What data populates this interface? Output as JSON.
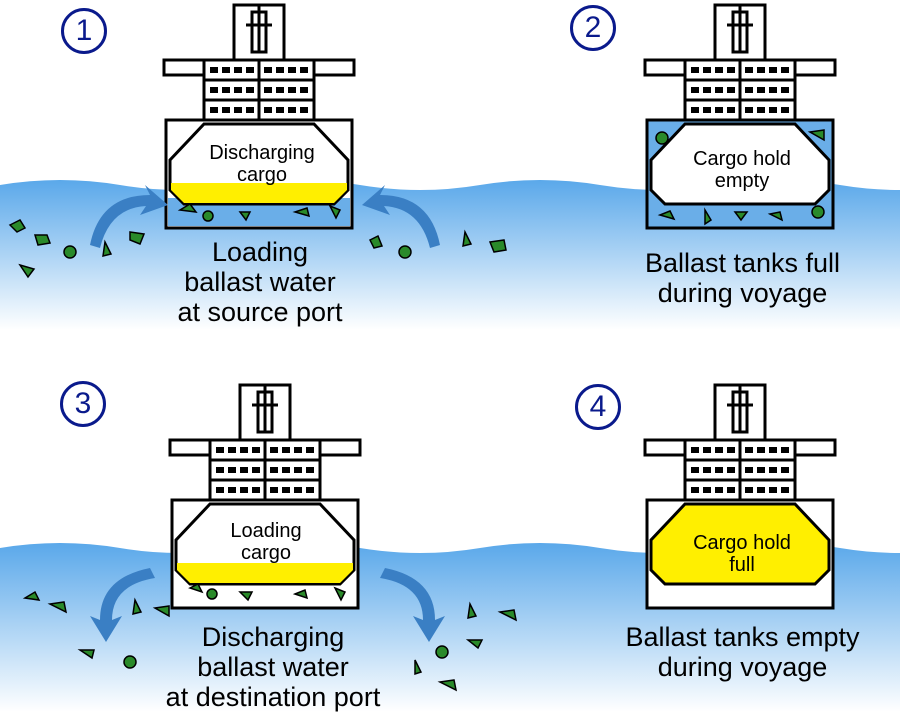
{
  "panels": [
    {
      "number": "1",
      "hold_text": "Discharging\ncargo",
      "caption": "Loading\nballast water\nat source port"
    },
    {
      "number": "2",
      "hold_text": "Cargo hold\nempty",
      "caption": "Ballast tanks full\nduring voyage"
    },
    {
      "number": "3",
      "hold_text": "Loading\ncargo",
      "caption": "Discharging\nballast water\nat destination port"
    },
    {
      "number": "4",
      "hold_text": "Cargo hold\nfull",
      "caption": "Ballast tanks empty\nduring voyage"
    }
  ],
  "colors": {
    "water_top": "#5aa8ea",
    "water_bottom": "#ffffff",
    "cargo": "#ffef00",
    "ballast": "#6aaee8",
    "organism": "#2a8a2a",
    "arrow": "#3a7fc4",
    "number": "#0a1a8c"
  }
}
